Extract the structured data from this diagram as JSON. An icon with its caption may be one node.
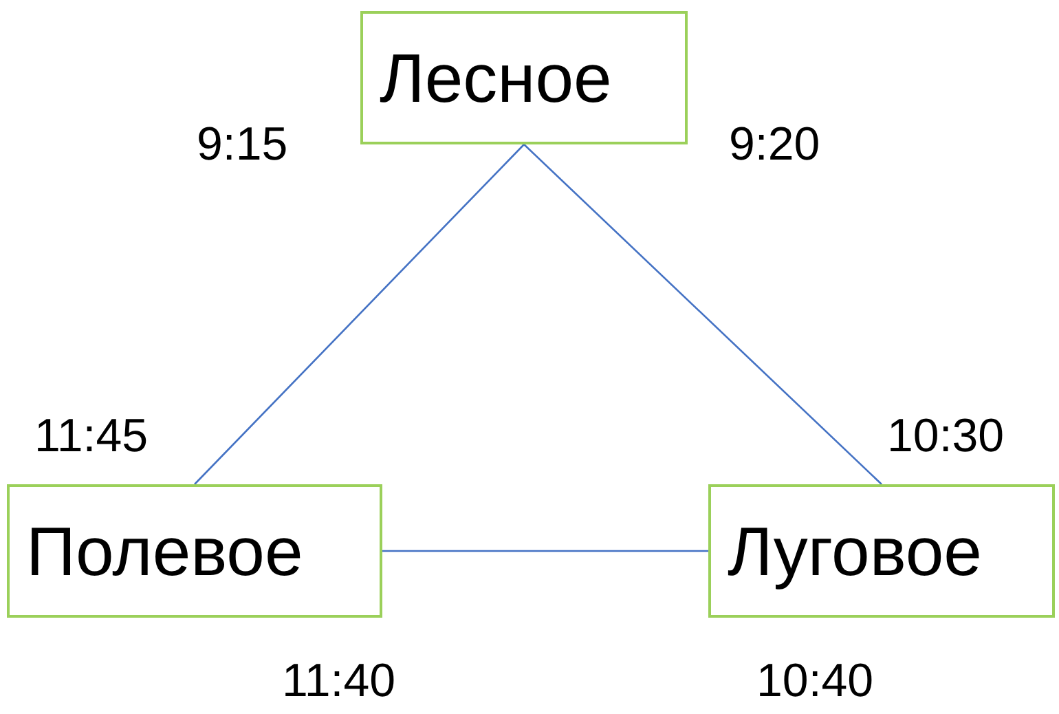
{
  "diagram": {
    "nodes": [
      {
        "text": [
          "Лесное"
        ]
      },
      {
        "text": [
          "Полевое"
        ]
      },
      {
        "text": [
          "Луговое"
        ]
      }
    ],
    "edges": [
      {
        "from": 0,
        "to": 1,
        "arrow": "none"
      },
      {
        "from": 0,
        "to": 2,
        "arrow": "none"
      },
      {
        "from": 1,
        "to": 2,
        "arrow": "none"
      }
    ],
    "labels": [
      "9:15",
      "9:20",
      "11:45",
      "10:30",
      "11:40",
      "10:40"
    ]
  }
}
